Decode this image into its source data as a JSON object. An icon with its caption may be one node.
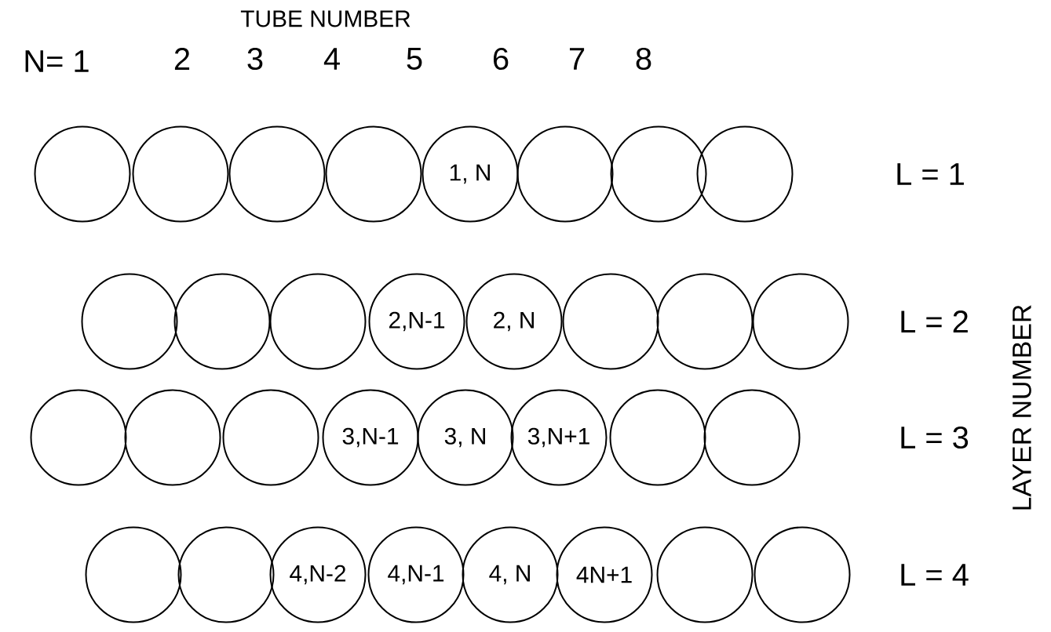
{
  "diagram": {
    "nodes": [
      {
        "text": [],
        "shape": "circle"
      },
      {
        "text": [],
        "shape": "circle"
      },
      {
        "text": [],
        "shape": "circle"
      },
      {
        "text": [],
        "shape": "circle"
      },
      {
        "text": [
          "1, N"
        ]
      },
      {
        "text": [],
        "shape": "circle"
      },
      {
        "text": [],
        "shape": "circle"
      },
      {
        "text": [],
        "shape": "circle"
      },
      {
        "text": [],
        "shape": "circle"
      },
      {
        "text": [],
        "shape": "circle"
      },
      {
        "text": [],
        "shape": "circle"
      },
      {
        "text": [
          "2,N-1"
        ]
      },
      {
        "text": [
          "2, N"
        ]
      },
      {
        "text": [],
        "shape": "circle"
      },
      {
        "text": [],
        "shape": "circle"
      },
      {
        "text": [],
        "shape": "circle"
      },
      {
        "text": [],
        "shape": "circle"
      },
      {
        "text": [],
        "shape": "circle"
      },
      {
        "text": [],
        "shape": "circle"
      },
      {
        "text": [
          "3,N-1"
        ]
      },
      {
        "text": [
          "3, N"
        ]
      },
      {
        "text": [
          "3,N+1"
        ]
      },
      {
        "text": [],
        "shape": "circle"
      },
      {
        "text": [],
        "shape": "circle"
      },
      {
        "text": [],
        "shape": "circle"
      },
      {
        "text": [],
        "shape": "circle"
      },
      {
        "text": [
          "4,N-2"
        ]
      },
      {
        "text": [
          "4,N-1"
        ]
      },
      {
        "text": [
          "4, N"
        ]
      },
      {
        "text": [
          "4N+1"
        ]
      },
      {
        "text": [],
        "shape": "circle"
      },
      {
        "text": [],
        "shape": "circle"
      }
    ],
    "labels": [
      "TUBE NUMBER",
      "N= 1",
      "2",
      "3",
      "4",
      "5",
      "6",
      "7",
      "8",
      "L = 1",
      "L = 2",
      "L = 3",
      "L = 4",
      "LAYER NUMBER"
    ]
  }
}
